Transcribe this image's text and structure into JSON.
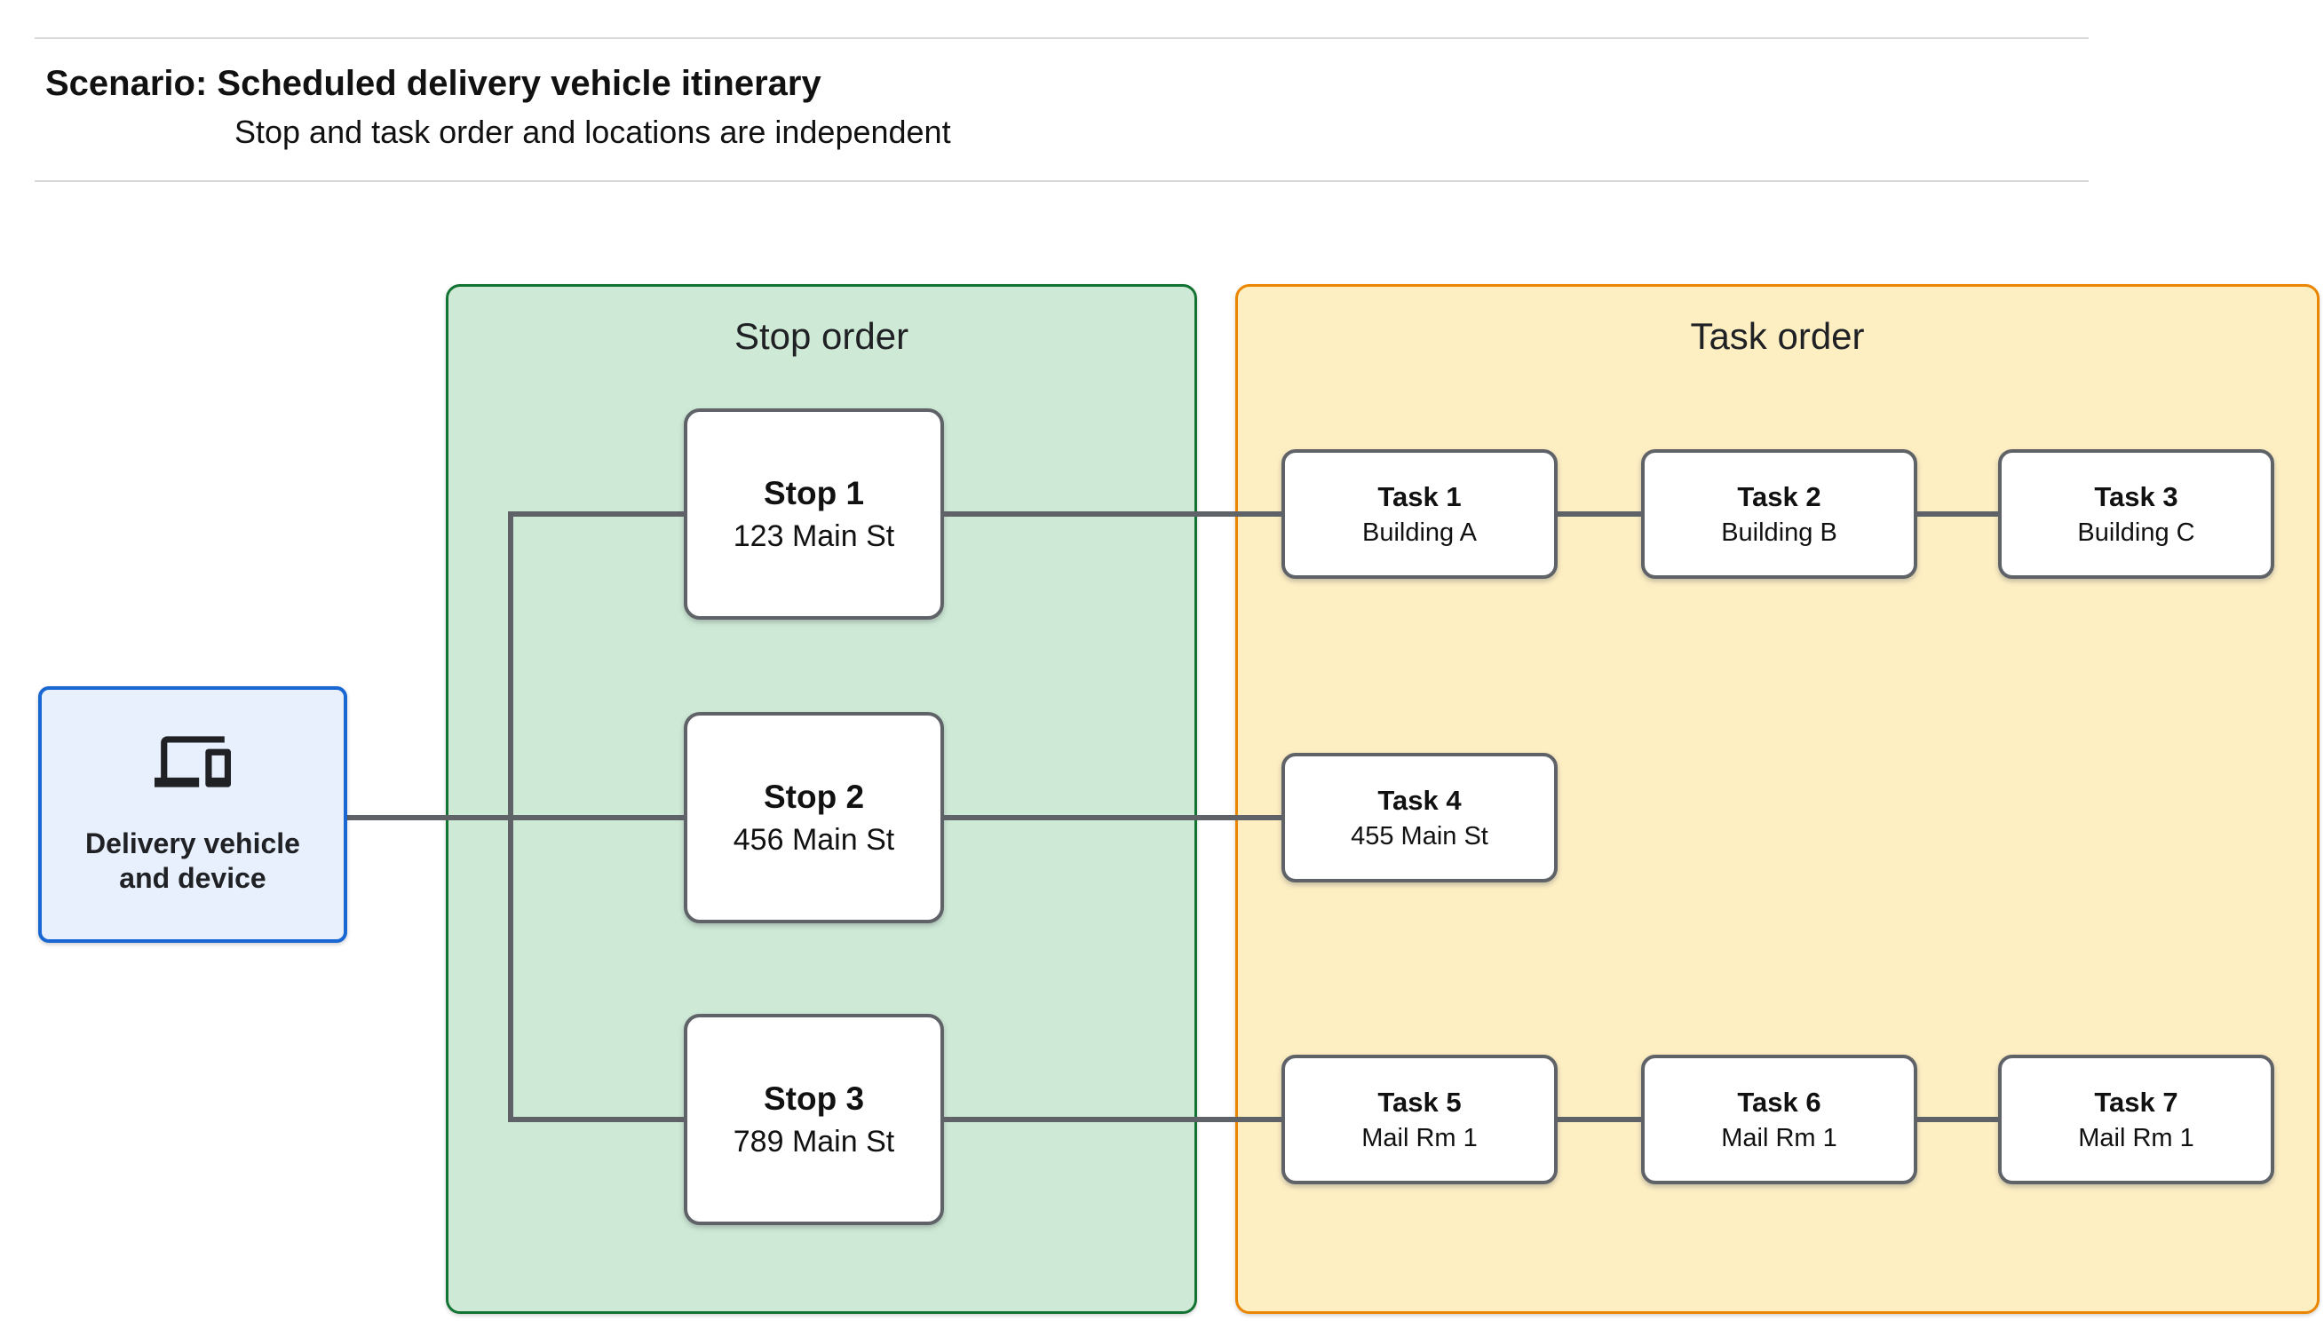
{
  "header": {
    "title": "Scenario: Scheduled delivery vehicle itinerary",
    "subtitle": "Stop and task order and locations are independent"
  },
  "vehicle": {
    "label": "Delivery vehicle and device",
    "icon": "devices-icon"
  },
  "panels": {
    "stop": {
      "title": "Stop order"
    },
    "task": {
      "title": "Task order"
    }
  },
  "stops": [
    {
      "name": "Stop 1",
      "location": "123 Main St"
    },
    {
      "name": "Stop 2",
      "location": "456 Main St"
    },
    {
      "name": "Stop 3",
      "location": "789 Main St"
    }
  ],
  "tasks": [
    {
      "name": "Task 1",
      "location": "Building A"
    },
    {
      "name": "Task 2",
      "location": "Building B"
    },
    {
      "name": "Task 3",
      "location": "Building C"
    },
    {
      "name": "Task 4",
      "location": "455 Main St"
    },
    {
      "name": "Task 5",
      "location": "Mail Rm 1"
    },
    {
      "name": "Task 6",
      "location": "Mail Rm 1"
    },
    {
      "name": "Task 7",
      "location": "Mail Rm 1"
    }
  ],
  "colors": {
    "vehicle_fill": "#e8f0fe",
    "vehicle_border": "#1967d2",
    "stop_panel_fill": "#ceead6",
    "stop_panel_border": "#137333",
    "task_panel_fill": "#feefc3",
    "task_panel_border": "#ea8600",
    "node_border": "#5f6368",
    "connector": "#5f6368",
    "divider": "#d9d9d9",
    "text": "#202124"
  }
}
